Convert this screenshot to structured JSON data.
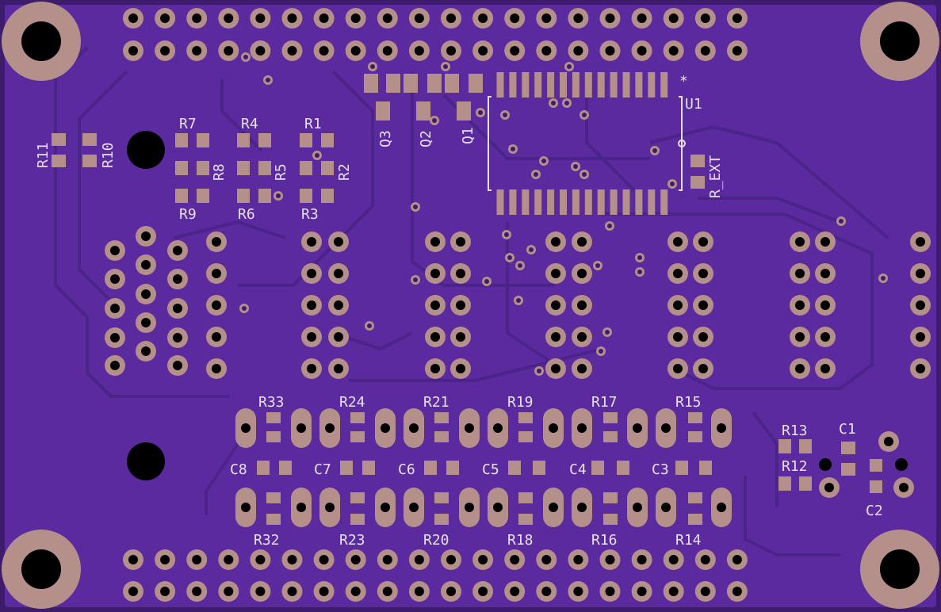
{
  "board": {
    "background": "#3d1d6b",
    "copper": "#5a2a9e",
    "pad_color": "#b58f8a",
    "silk_color": "#e7e2f2"
  },
  "labels": {
    "u1": "U1",
    "u1_pin1": "*",
    "r_ext": "R_EXT",
    "q1": "Q1",
    "q2": "Q2",
    "q3": "Q3",
    "r1": "R1",
    "r2": "R2",
    "r3": "R3",
    "r4": "R4",
    "r5": "R5",
    "r6": "R6",
    "r7": "R7",
    "r8": "R8",
    "r9": "R9",
    "r10": "R10",
    "r11": "R11",
    "r12": "R12",
    "r13": "R13",
    "c1": "C1",
    "c2": "C2",
    "r33": "R33",
    "r24": "R24",
    "r21": "R21",
    "r19": "R19",
    "r17": "R17",
    "r15": "R15",
    "c8": "C8",
    "c7": "C7",
    "c6": "C6",
    "c5": "C5",
    "c4": "C4",
    "c3": "C3",
    "r32": "R32",
    "r23": "R23",
    "r20": "R20",
    "r18": "R18",
    "r16": "R16",
    "r14": "R14"
  }
}
